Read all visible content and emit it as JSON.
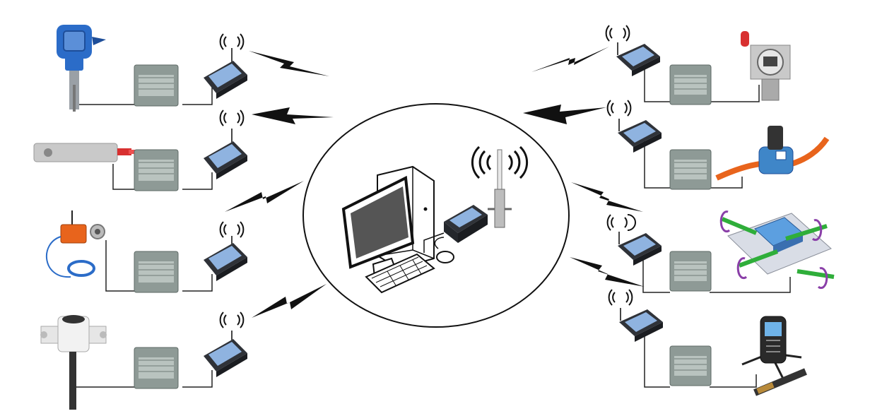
{
  "diagram": {
    "colors": {
      "background": "#ffffff",
      "line": "#222222",
      "bolt": "#111111",
      "plc_body": "#8e9a96",
      "plc_face": "#b9c3bf",
      "modem_body": "#2f3238",
      "modem_screen": "#8fb3e0",
      "sensor_blue": "#2b6cc8",
      "sensor_orange": "#e8641c",
      "sensor_gray": "#c9c9c9",
      "sensor_green": "#2fae3a",
      "sensor_purple": "#8a3fa8",
      "center_ellipse": "#111111"
    },
    "left_chains": [
      {
        "sensor": "pressure-transmitter",
        "plc": "plc-module",
        "modem": "wireless-modem"
      },
      {
        "sensor": "load-cell",
        "plc": "plc-module",
        "modem": "wireless-modem"
      },
      {
        "sensor": "vibration-sensor",
        "plc": "plc-module",
        "modem": "wireless-modem"
      },
      {
        "sensor": "level-probe",
        "plc": "plc-module",
        "modem": "wireless-modem"
      }
    ],
    "right_chains": [
      {
        "sensor": "gas-detector",
        "plc": "plc-module",
        "modem": "wireless-modem"
      },
      {
        "sensor": "flow-sensor",
        "plc": "plc-module",
        "modem": "wireless-modem"
      },
      {
        "sensor": "strain-gauge-block",
        "plc": "plc-module",
        "modem": "wireless-modem"
      },
      {
        "sensor": "handheld-meter",
        "plc": "plc-module",
        "modem": "wireless-modem"
      }
    ],
    "center": {
      "items": [
        "computer-monitor",
        "pc-tower",
        "keyboard",
        "mouse",
        "gateway-modem",
        "antenna"
      ]
    }
  }
}
